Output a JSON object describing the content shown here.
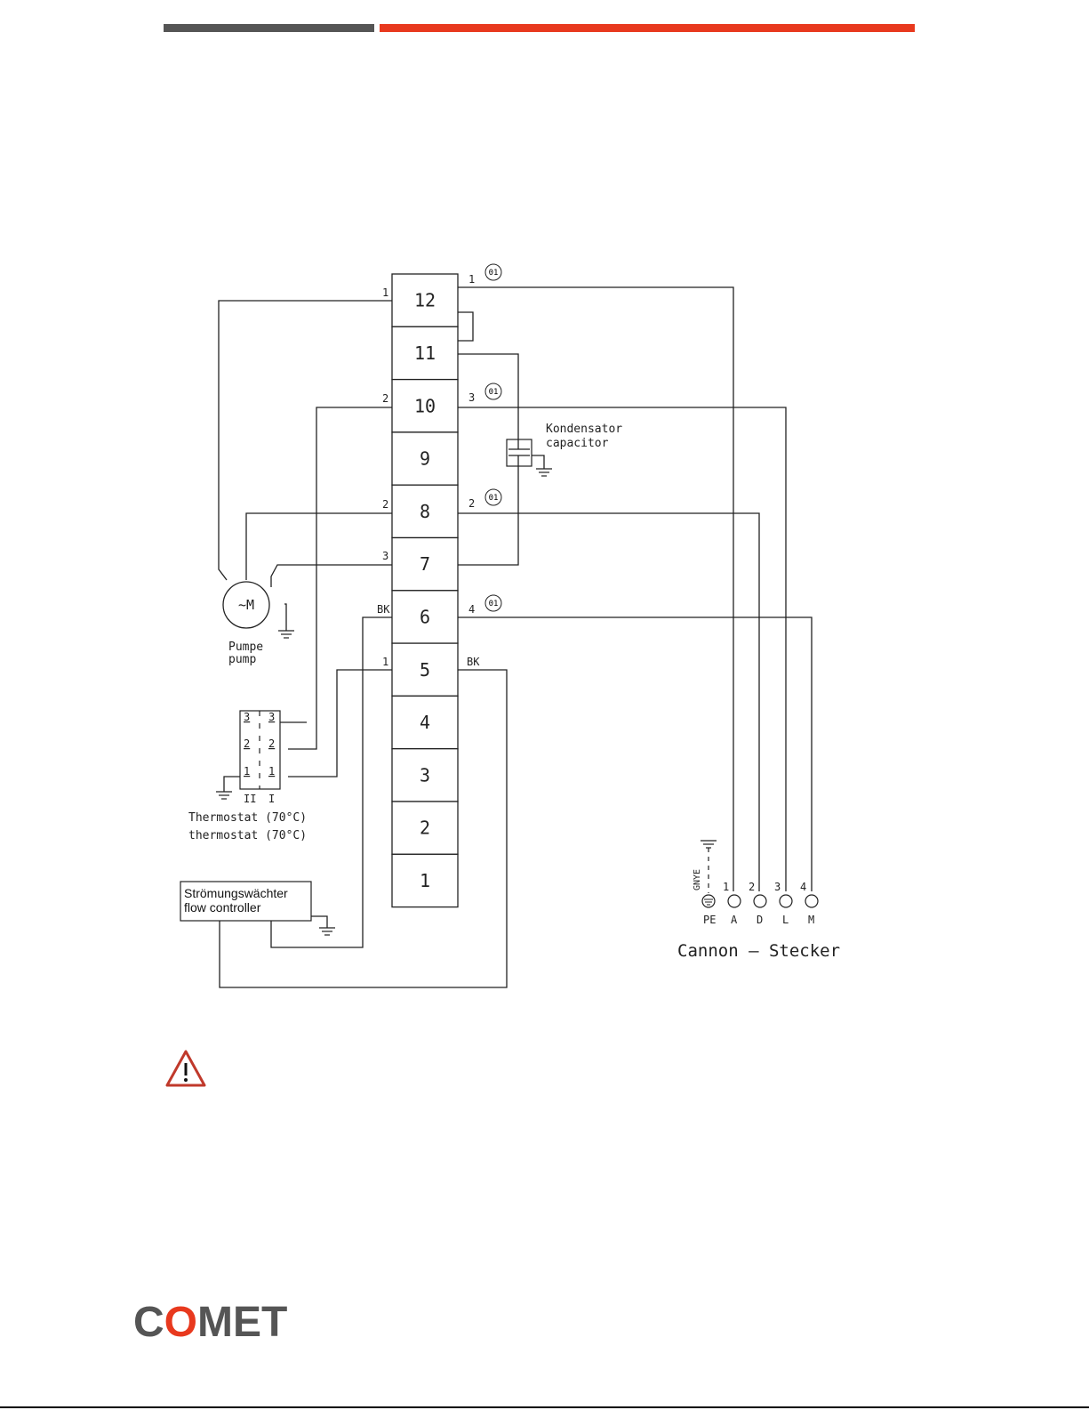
{
  "header": {
    "colors": {
      "grey": "#555555",
      "red": "#e8391e"
    }
  },
  "terminal_block": {
    "terminals": [
      "12",
      "11",
      "10",
      "9",
      "8",
      "7",
      "6",
      "5",
      "4",
      "3",
      "2",
      "1"
    ]
  },
  "wire_labels": {
    "t12_left": "1",
    "t12_right": "1",
    "t10_left": "2",
    "t10_right": "3",
    "t8_left": "2",
    "t8_right": "2",
    "t7_left": "3",
    "t6_left": "BK",
    "t6_right": "4",
    "t5_left": "1",
    "t5_right": "BK"
  },
  "markers": [
    "01",
    "01",
    "01",
    "01"
  ],
  "capacitor": {
    "label_de": "Kondensator",
    "label_en": "capacitor"
  },
  "pump": {
    "symbol": "~M",
    "label_de": "Pumpe",
    "label_en": "pump"
  },
  "thermostat": {
    "contacts": [
      "3",
      "3",
      "2",
      "2",
      "1",
      "1"
    ],
    "sides": [
      "II",
      "I"
    ],
    "label_de": "Thermostat (70°C)",
    "label_en": "thermostat (70°C)"
  },
  "flow_controller": {
    "label_de": "Strömungswächter",
    "label_en": "flow controller"
  },
  "cannon": {
    "ground_label": "GNYE",
    "pin_numbers": [
      "1",
      "2",
      "3",
      "4"
    ],
    "pin_names": [
      "PE",
      "A",
      "D",
      "L",
      "M"
    ],
    "title": "Cannon – Stecker"
  },
  "warning": {
    "icon": "warning-triangle-icon"
  },
  "logo": {
    "text": "COMET",
    "colors": {
      "grey": "#555555",
      "red": "#e8391e"
    }
  }
}
